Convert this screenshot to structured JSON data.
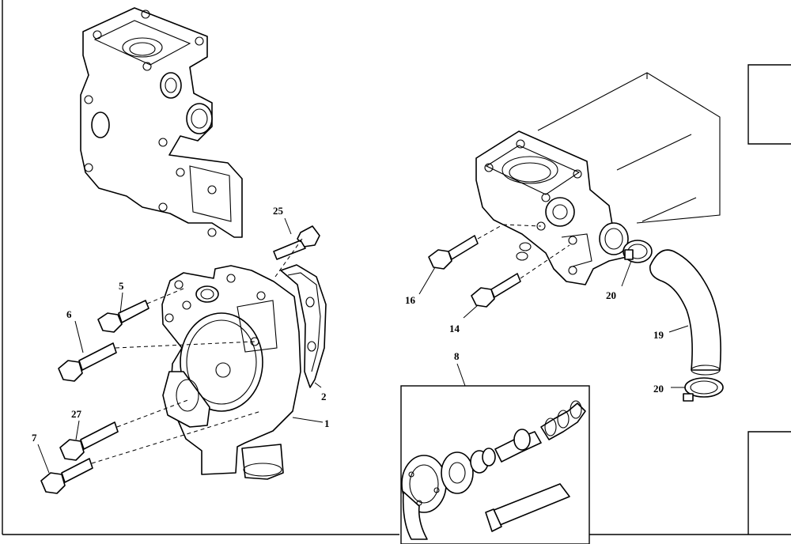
{
  "diagram": {
    "callouts": {
      "c1": "1",
      "c2": "2",
      "c5": "5",
      "c6": "6",
      "c7": "7",
      "c8": "8",
      "c14": "14",
      "c16": "16",
      "c19": "19",
      "c20a": "20",
      "c20b": "20",
      "c25": "25",
      "c27": "27"
    }
  }
}
